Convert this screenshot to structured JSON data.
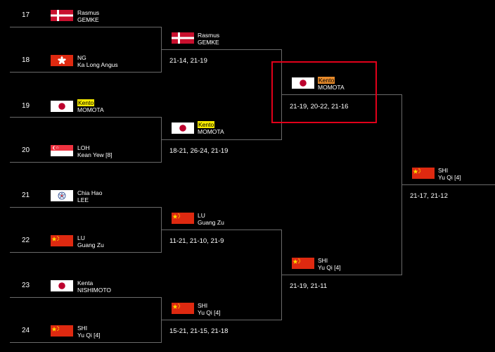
{
  "round1": [
    {
      "seed": "17",
      "first": "Rasmus",
      "last": "GEMKE",
      "flag": "denmark-flag-icon"
    },
    {
      "seed": "18",
      "first": "NG",
      "last": "Ka Long Angus",
      "flag": "hong-kong-flag-icon"
    },
    {
      "seed": "19",
      "first": "Kento",
      "last": "MOMOTA",
      "flag": "japan-flag-icon",
      "first_highlight": "#f7ea00"
    },
    {
      "seed": "20",
      "first": "LOH",
      "last": "Kean Yew [8]",
      "flag": "singapore-flag-icon"
    },
    {
      "seed": "21",
      "first": "Chia Hao",
      "last": "LEE",
      "flag": "chinese-taipei-flag-icon"
    },
    {
      "seed": "22",
      "first": "LU",
      "last": "Guang Zu",
      "flag": "china-flag-icon"
    },
    {
      "seed": "23",
      "first": "Kenta",
      "last": "NISHIMOTO",
      "flag": "japan-flag-icon"
    },
    {
      "seed": "24",
      "first": "SHI",
      "last": "Yu Qi [4]",
      "flag": "china-flag-icon"
    }
  ],
  "round2": [
    {
      "first": "Rasmus",
      "last": "GEMKE",
      "score": "21-14, 21-19",
      "flag": "denmark-flag-icon"
    },
    {
      "first": "Kento",
      "last": "MOMOTA",
      "score": "18-21, 26-24, 21-19",
      "flag": "japan-flag-icon",
      "first_highlight": "#f7ea00"
    },
    {
      "first": "LU",
      "last": "Guang Zu",
      "score": "11-21, 21-10, 21-9",
      "flag": "china-flag-icon"
    },
    {
      "first": "SHI",
      "last": "Yu Qi [4]",
      "score": "15-21, 21-15, 21-18",
      "flag": "china-flag-icon"
    }
  ],
  "round3": [
    {
      "first": "Kento",
      "last": "MOMOTA",
      "score": "21-19, 20-22, 21-16",
      "flag": "japan-flag-icon",
      "first_highlight": "#e88b2b",
      "selected": true,
      "selection_color": "#e1001a"
    },
    {
      "first": "SHI",
      "last": "Yu Qi [4]",
      "score": "21-19, 21-11",
      "flag": "china-flag-icon"
    }
  ],
  "round4": [
    {
      "first": "SHI",
      "last": "Yu Qi [4]",
      "score": "21-17, 21-12",
      "flag": "china-flag-icon"
    }
  ],
  "colors": {
    "background": "#000000",
    "line": "#6a6a6a",
    "highlight": "#f7ea00",
    "highlight_selected": "#e88b2b",
    "selection_border": "#e1001a"
  }
}
